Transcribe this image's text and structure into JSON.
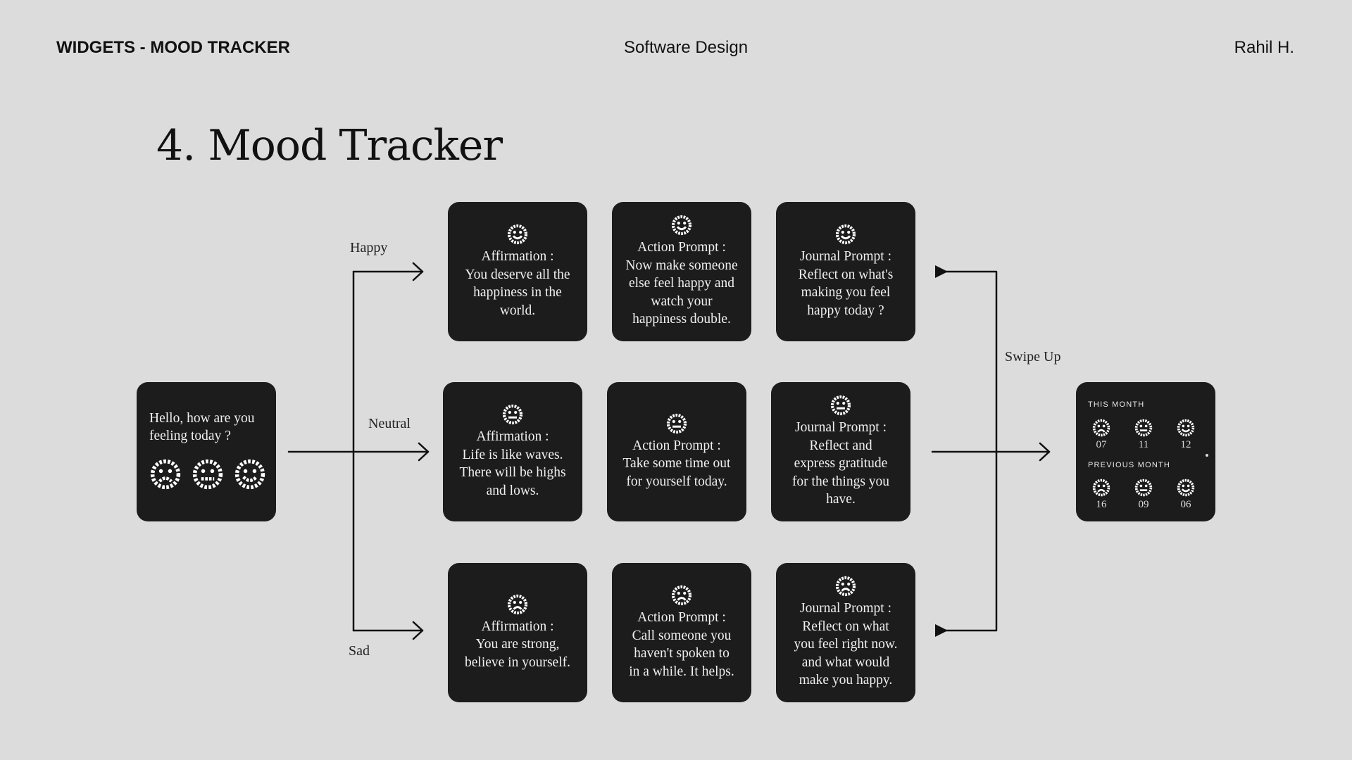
{
  "header": {
    "left": "WIDGETS - MOOD TRACKER",
    "center": "Software Design",
    "right": "Rahil H."
  },
  "title": "4.  Mood Tracker",
  "start": {
    "question": "Hello, how are you\nfeeling today ?",
    "faces": [
      "sad-icon",
      "neutral-icon",
      "happy-icon"
    ]
  },
  "labels": {
    "happy": "Happy",
    "neutral": "Neutral",
    "sad": "Sad",
    "swipe_up": "Swipe Up"
  },
  "rows": {
    "happy": {
      "affirmation": "Affirmation :\nYou deserve all the\nhappiness in the\nworld.",
      "action": "Action Prompt :\nNow make someone\nelse feel happy and\nwatch your\nhappiness double.",
      "journal": "Journal Prompt :\nReflect on what's\nmaking you feel\nhappy today ?"
    },
    "neutral": {
      "affirmation": "Affirmation :\nLife is like waves.\nThere will be highs\nand lows.",
      "action": "Action Prompt :\nTake some time out\nfor yourself today.",
      "journal": "Journal Prompt :\nReflect and\nexpress gratitude\nfor the things you\nhave."
    },
    "sad": {
      "affirmation": "Affirmation :\nYou are strong,\nbelieve in yourself.",
      "action": "Action Prompt :\nCall someone you\nhaven't spoken to\nin a while. It helps.",
      "journal": "Journal Prompt :\nReflect on what\nyou feel right now.\nand what would\nmake you happy."
    }
  },
  "summary": {
    "this_month_label": "THIS MONTH",
    "this_month": [
      {
        "mood": "sad-icon",
        "count": "07"
      },
      {
        "mood": "neutral-icon",
        "count": "11"
      },
      {
        "mood": "happy-icon",
        "count": "12"
      }
    ],
    "previous_month_label": "PREVIOUS MONTH",
    "previous_month": [
      {
        "mood": "sad-icon",
        "count": "16"
      },
      {
        "mood": "neutral-icon",
        "count": "09"
      },
      {
        "mood": "happy-icon",
        "count": "06"
      }
    ]
  }
}
